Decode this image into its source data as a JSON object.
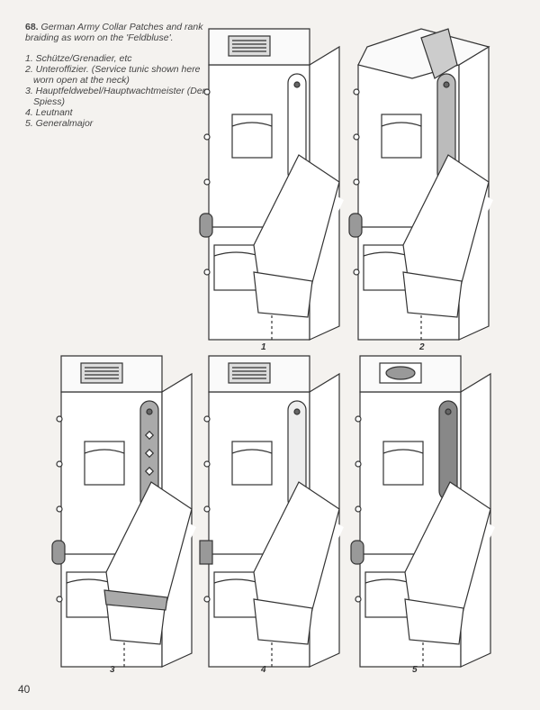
{
  "caption": {
    "number": "68.",
    "title": "German Army Collar Patches and rank braiding as worn on the 'Feldbluse'.",
    "items": [
      "1. Schütze/Grenadier, etc",
      "2. Unteroffizier. (Service tunic shown here worn open at the neck)",
      "3. Hauptfeldwebel/Hauptwachtmeister (Der Spiess)",
      "4. Leutnant",
      "5. Generalmajor"
    ]
  },
  "figures": [
    {
      "label": "1",
      "collar": "plain-patch",
      "strap": "plain"
    },
    {
      "label": "2",
      "collar": "open-braided",
      "strap": "braided"
    },
    {
      "label": "3",
      "collar": "braided-patch",
      "strap": "braided-pips"
    },
    {
      "label": "4",
      "collar": "officer-patch",
      "strap": "officer"
    },
    {
      "label": "5",
      "collar": "general-patch",
      "strap": "general-plaited"
    }
  ],
  "page_number": "40"
}
